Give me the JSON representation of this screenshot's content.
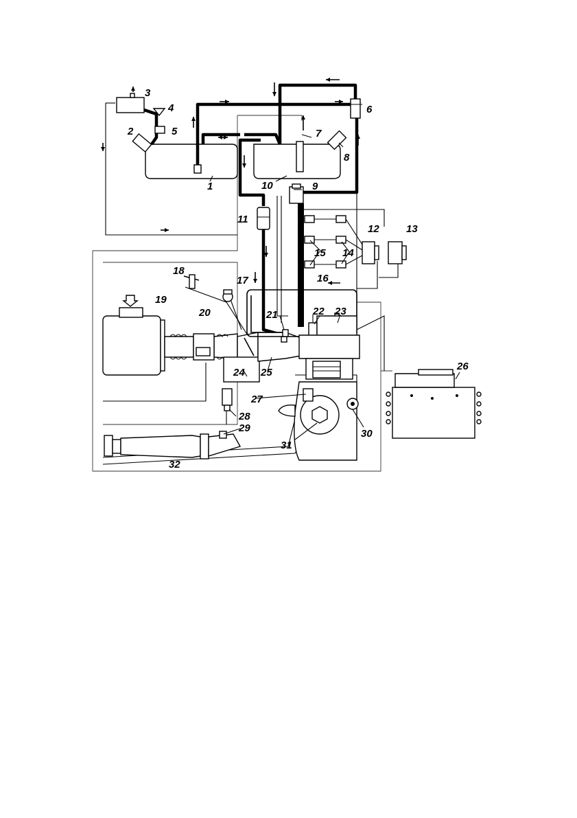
{
  "labels": {
    "l1": "1",
    "l2": "2",
    "l3": "3",
    "l4": "4",
    "l5": "5",
    "l6": "6",
    "l7": "7",
    "l8": "8",
    "l9": "9",
    "l10": "10",
    "l11": "11",
    "l12": "12",
    "l13": "13",
    "l14": "14",
    "l15": "15",
    "l16": "16",
    "l17": "17",
    "l18": "18",
    "l19": "19",
    "l20": "20",
    "l21": "21",
    "l22": "22",
    "l23": "23",
    "l24": "24",
    "l25": "25",
    "l26": "26",
    "l27": "27",
    "l28": "28",
    "l29": "29",
    "l30": "30",
    "l31": "31",
    "l32": "32"
  }
}
